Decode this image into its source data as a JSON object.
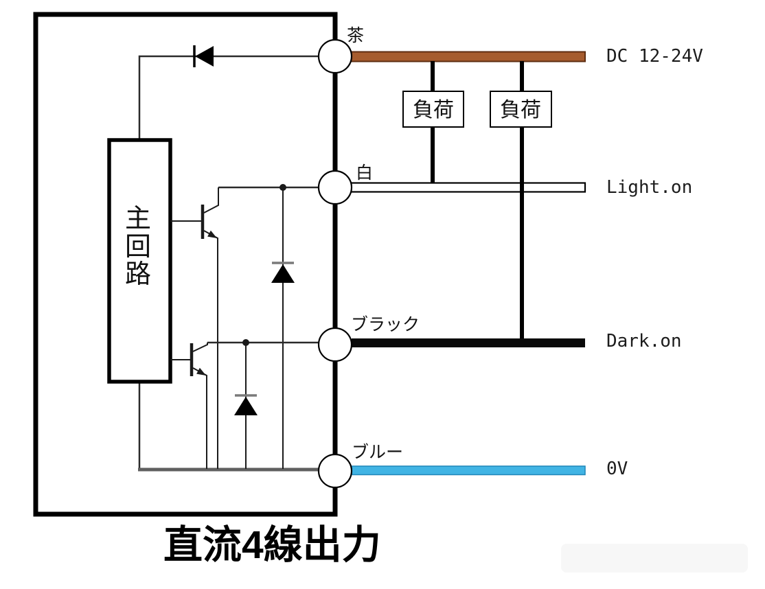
{
  "diagram": {
    "caption": "直流4線出力",
    "main_circuit": {
      "chars": [
        "主",
        "回",
        "路"
      ],
      "label": "主回路"
    },
    "terminals": [
      {
        "wire_label": "茶",
        "line_label": "DC 12-24V",
        "wire_color": "#a65c2e"
      },
      {
        "wire_label": "白",
        "line_label": "Light.on",
        "wire_color": "#ffffff"
      },
      {
        "wire_label": "ブラック",
        "line_label": "Dark.on",
        "wire_color": "#0a0a0a"
      },
      {
        "wire_label": "ブルー",
        "line_label": "0V",
        "wire_color": "#41b4e4"
      }
    ],
    "loads": [
      {
        "label": "負荷"
      },
      {
        "label": "負荷"
      }
    ],
    "colors": {
      "brown_wire_border": "#5e2d10",
      "blue_wire_border": "#1f86b8",
      "internal_bus_gray": "#5f5f5f",
      "diode_cathode_gray": "#7a7a7a"
    }
  }
}
